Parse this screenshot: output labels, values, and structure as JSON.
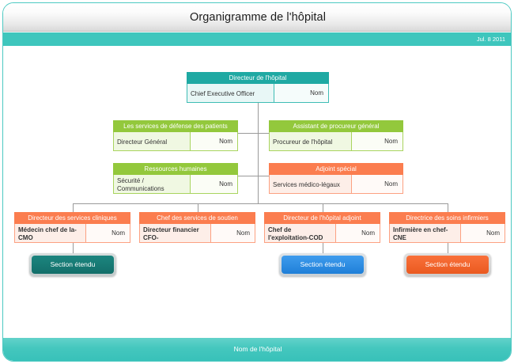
{
  "window": {
    "title": "Organigramme de l'hôpital",
    "date": "Jul. 8 2011",
    "footer": "Nom de l'hôpital"
  },
  "colors": {
    "teal": "#1fa9a3",
    "teal_band": "#3ec6bd",
    "green": "#93c83c",
    "orange": "#fb7d4f",
    "blue_button": "#3f9ced",
    "teal_button": "#1c857f",
    "orange_button": "#f9703a",
    "connector": "#9a9a9a"
  },
  "chart_data": {
    "type": "diagram",
    "title": "Organigramme de l'hôpital",
    "root": {
      "header": "Directeur de l'hôpital",
      "role": "Chief Executive Officer",
      "name": "Nom",
      "theme": "teal"
    },
    "assistants": [
      {
        "header": "Les services de défense des patients",
        "role": "Directeur Général",
        "name": "Nom",
        "theme": "green",
        "side": "left"
      },
      {
        "header": "Assistant de procureur général",
        "role": "Procureur de l'hôpital",
        "name": "Nom",
        "theme": "green",
        "side": "right"
      },
      {
        "header": "Ressources humaines",
        "role": "Sécurité / Communications",
        "name": "Nom",
        "theme": "green",
        "side": "left"
      },
      {
        "header": "Adjoint spécial",
        "role": "Services médico-légaux",
        "name": "Nom",
        "theme": "orange",
        "side": "right"
      }
    ],
    "subordinates": [
      {
        "header": "Directeur des services cliniques",
        "role": "Médecin chef de la-CMO",
        "name": "Nom",
        "theme": "orange"
      },
      {
        "header": "Chef des services de soutien",
        "role": "Directeur financier CFO-",
        "name": "Nom",
        "theme": "orange"
      },
      {
        "header": "Directeur de l'hôpital adjoint",
        "role": "Chef de l'exploitation-COD",
        "name": "Nom",
        "theme": "orange"
      },
      {
        "header": "Directrice des soins infirmiers",
        "role": "Infirmière en chef-CNE",
        "name": "Nom",
        "theme": "orange"
      }
    ],
    "section_buttons": [
      {
        "label": "Section étendu",
        "theme": "teal"
      },
      {
        "label": "Section étendu",
        "theme": "blue"
      },
      {
        "label": "Section étendu",
        "theme": "orange"
      }
    ]
  }
}
